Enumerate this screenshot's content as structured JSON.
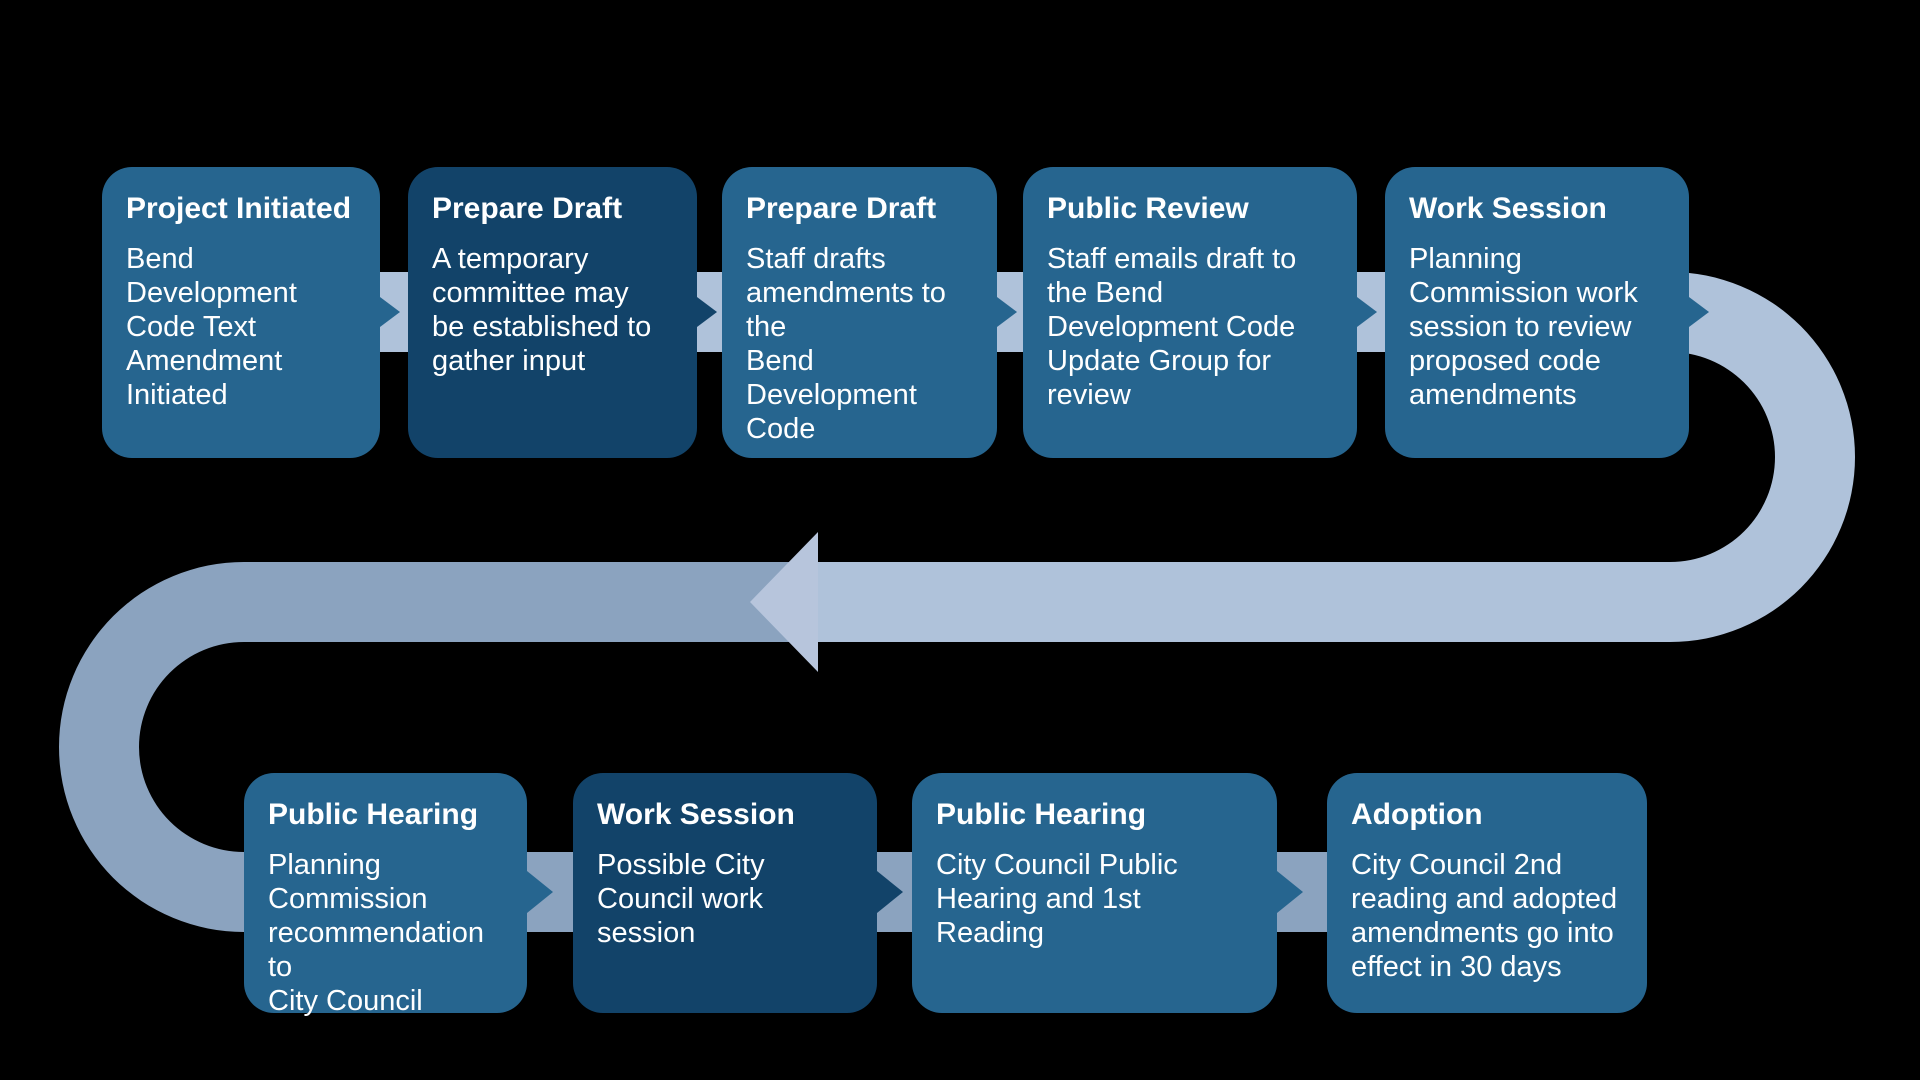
{
  "colors": {
    "background": "#000000",
    "box_medium": "#26658F",
    "box_dark": "#124369",
    "band_light": "#AFC2DA",
    "band_dark": "#8BA3BF",
    "band_head": "#B7C5DC",
    "text": "#FFFFFF"
  },
  "diagram": {
    "type": "bending-process-flow",
    "top_row": [
      {
        "title": "Project Initiated",
        "body": "Bend\nDevelopment\nCode Text\nAmendment\nInitiated",
        "variant": "medium"
      },
      {
        "title": "Prepare Draft",
        "body": "A temporary\ncommittee may\nbe established to\ngather input",
        "variant": "dark"
      },
      {
        "title": "Prepare Draft",
        "body": "Staff drafts\namendments to the\nBend Development\nCode",
        "variant": "medium"
      },
      {
        "title": "Public Review",
        "body": "Staff emails draft to\nthe Bend\nDevelopment Code\nUpdate Group for\nreview",
        "variant": "medium"
      },
      {
        "title": "Work Session",
        "body": "Planning\nCommission work\nsession to review\nproposed code\namendments",
        "variant": "medium"
      }
    ],
    "bottom_row": [
      {
        "title": "Public Hearing",
        "body": "Planning Commission\nrecommendation to\nCity Council",
        "variant": "medium"
      },
      {
        "title": "Work Session",
        "body": "Possible City\nCouncil work\nsession",
        "variant": "dark"
      },
      {
        "title": "Public Hearing",
        "body": "City Council Public\nHearing and 1st\nReading",
        "variant": "medium"
      },
      {
        "title": "Adoption",
        "body": "City Council 2nd\nreading and adopted\namendments go into\neffect in 30 days",
        "variant": "medium"
      }
    ]
  }
}
